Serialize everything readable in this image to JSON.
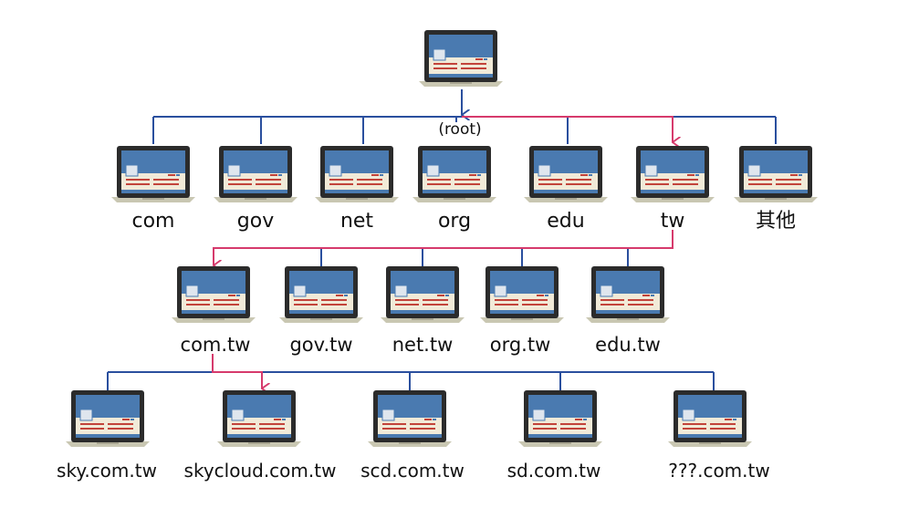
{
  "colors": {
    "tree_line": "#2a4f9e",
    "path_line": "#d63a6c",
    "laptop_frame": "#2b2b2b",
    "laptop_screen": "#4a7ab0",
    "laptop_panel": "#f1ead8",
    "laptop_bars": "#c2433a",
    "laptop_base": "#c9c7b2"
  },
  "root": {
    "label": "(root)"
  },
  "level1": [
    "com",
    "gov",
    "net",
    "org",
    "edu",
    "tw",
    "其他"
  ],
  "level2": [
    "com.tw",
    "gov.tw",
    "net.tw",
    "org.tw",
    "edu.tw"
  ],
  "level3": [
    "sky.com.tw",
    "skycloud.com.tw",
    "scd.com.tw",
    "sd.com.tw",
    "???.com.tw"
  ],
  "highlighted_path": [
    "(root)",
    "tw",
    "com.tw",
    "skycloud.com.tw"
  ]
}
